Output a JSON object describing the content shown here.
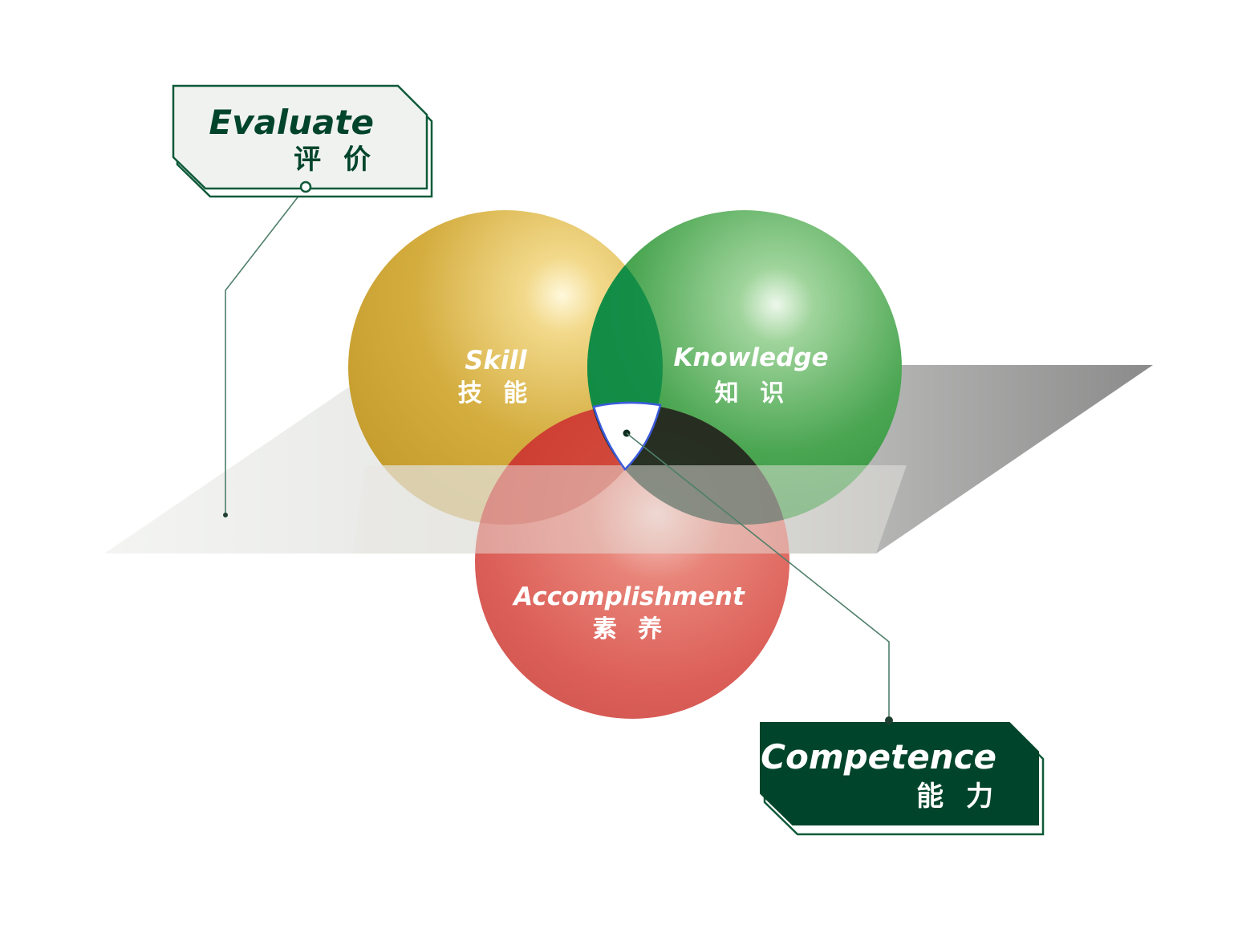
{
  "evaluate": {
    "en": "Evaluate",
    "zh": "评 价"
  },
  "competence": {
    "en": "Competence",
    "zh": "能 力"
  },
  "spheres": {
    "skill": {
      "en": "Skill",
      "zh": "技 能",
      "color": "#d7b03f"
    },
    "knowledge": {
      "en": "Knowledge",
      "zh": "知 识",
      "color": "#4aa54f"
    },
    "accomplishment": {
      "en": "Accomplishment",
      "zh": "素 养",
      "color": "#e0504a"
    }
  },
  "colors": {
    "dark_green": "#00452b",
    "box_border": "#0e5a39",
    "light_box_fill": "#f0f2ef",
    "center_highlight": "#ffffff",
    "center_outline": "#3b5bdb"
  }
}
